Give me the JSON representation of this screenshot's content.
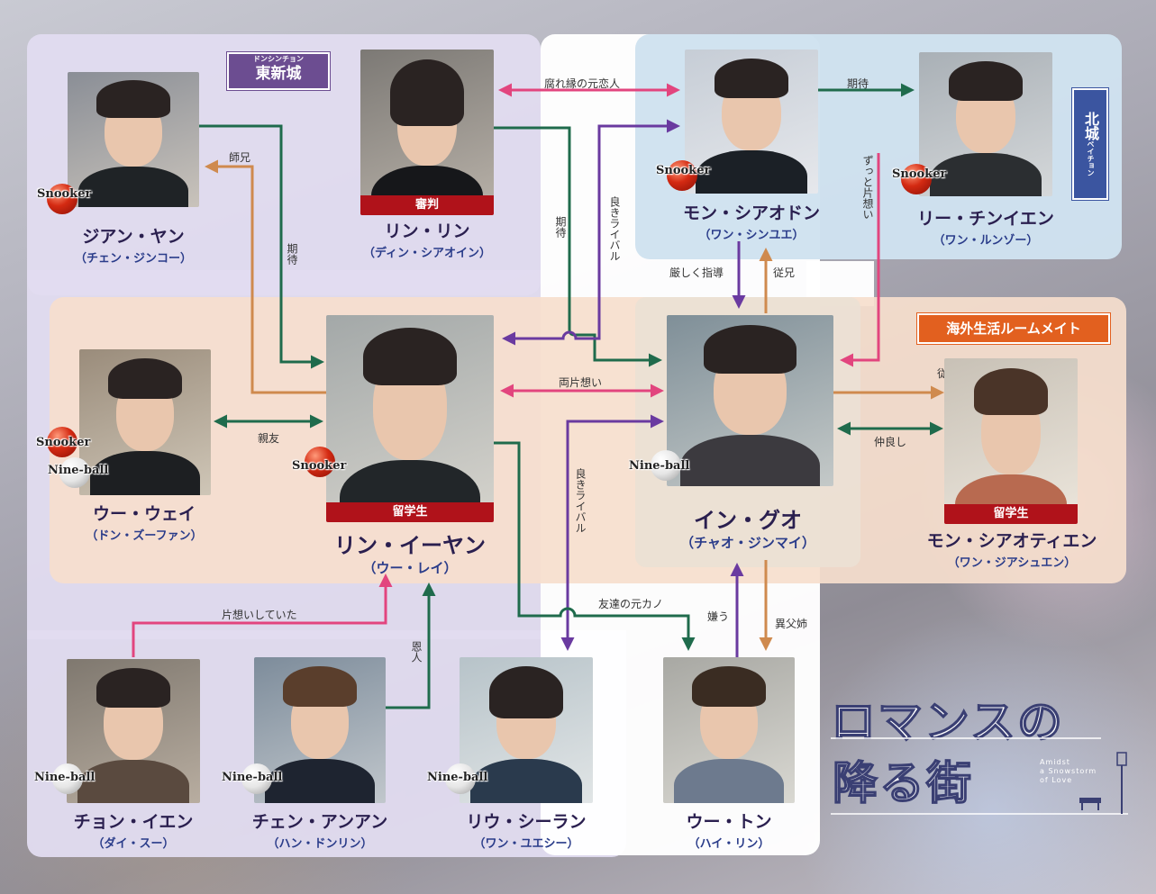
{
  "groups": {
    "east": {
      "ruby": "ドンシンチョン",
      "label": "東新城"
    },
    "north": {
      "ruby": "ベイチョン",
      "label": "北城"
    },
    "roommates": {
      "label": "海外生活ルームメイト"
    }
  },
  "characters": [
    {
      "id": "jiang_yan",
      "name": "ジアン・ヤン",
      "actor": "（チェン・ジンコー）",
      "role": "",
      "balls": [
        "Snooker"
      ]
    },
    {
      "id": "lin_lin",
      "name": "リン・リン",
      "actor": "（ディン・シアオイン）",
      "role": "審判",
      "balls": []
    },
    {
      "id": "meng_xiaodong",
      "name": "モン・シアオドン",
      "actor": "（ワン・シンユエ）",
      "role": "",
      "balls": [
        "Snooker"
      ]
    },
    {
      "id": "li_qingyan",
      "name": "リー・チンイエン",
      "actor": "（ワン・ルンゾー）",
      "role": "",
      "balls": [
        "Snooker"
      ]
    },
    {
      "id": "wu_wei",
      "name": "ウー・ウェイ",
      "actor": "（ドン・ズーファン）",
      "role": "",
      "balls": [
        "Snooker",
        "Nine-ball"
      ]
    },
    {
      "id": "lin_yiyang",
      "name": "リン・イーヤン",
      "actor": "（ウー・レイ）",
      "role": "留学生",
      "balls": [
        "Snooker"
      ]
    },
    {
      "id": "yin_guo",
      "name": "イン・グオ",
      "actor": "（チャオ・ジンマイ）",
      "role": "",
      "balls": [
        "Nine-ball"
      ]
    },
    {
      "id": "meng_xiaotian",
      "name": "モン・シアオティエン",
      "actor": "（ワン・ジアシュエン）",
      "role": "留学生",
      "balls": []
    },
    {
      "id": "zhong_yan",
      "name": "チョン・イエン",
      "actor": "（ダイ・スー）",
      "role": "",
      "balls": [
        "Nine-ball"
      ]
    },
    {
      "id": "chen_anan",
      "name": "チェン・アンアン",
      "actor": "（ハン・ドンリン）",
      "role": "",
      "balls": [
        "Nine-ball"
      ]
    },
    {
      "id": "liu_xiran",
      "name": "リウ・シーラン",
      "actor": "（ワン・ユエシー）",
      "role": "",
      "balls": [
        "Nine-ball"
      ]
    },
    {
      "id": "wu_tong",
      "name": "ウー・トン",
      "actor": "（ハイ・リン）",
      "role": "",
      "balls": []
    }
  ],
  "relations": {
    "ex_lover": "腐れ縁の元恋人",
    "expect_top": "期待",
    "senior_bro": "師兄",
    "expect_left": "期待",
    "rival_top": "良きライバル",
    "expect_mid": "期待",
    "always_love": "ずっと片想い",
    "strict": "厳しく指導",
    "cousin_up": "従兄",
    "mutual": "両片想い",
    "best_friend": "親友",
    "cousin_down": "従弟",
    "close": "仲良し",
    "rival_bottom": "良きライバル",
    "friend_ex": "友達の元カノ",
    "dislike": "嫌う",
    "half_sister": "異父姉",
    "unrequited": "片想いしていた",
    "benefactor": "恩人"
  },
  "logo": {
    "line1": "ロマンスの",
    "line2": "降る街",
    "sub1": "Amidst",
    "sub2": "a Snowstorm",
    "sub3": "of Love"
  },
  "colors": {
    "pink": "#e2457e",
    "green": "#1f6b4c",
    "purple": "#6a3aa0",
    "orange": "#cf8a4e",
    "role_red": "#b0121a"
  }
}
